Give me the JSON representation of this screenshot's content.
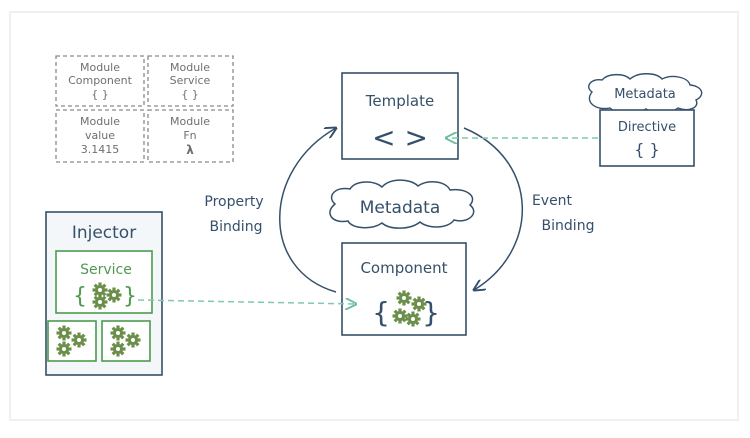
{
  "modules": [
    {
      "line1": "Module",
      "line2": "Component",
      "line3": "{ }"
    },
    {
      "line1": "Module",
      "line2": "Service",
      "line3": "{ }"
    },
    {
      "line1": "Module",
      "line2": "value",
      "line3": "3.1415"
    },
    {
      "line1": "Module",
      "line2": "Fn",
      "line3": "λ"
    }
  ],
  "template": {
    "title": "Template",
    "symbol": "< >"
  },
  "component": {
    "title": "Component",
    "open": "{",
    "close": "}"
  },
  "metadata_center": "Metadata",
  "metadata_right": "Metadata",
  "directive": {
    "title": "Directive",
    "symbol": "{ }"
  },
  "property_binding": {
    "line1": "Property",
    "line2": "Binding"
  },
  "event_binding": {
    "line1": "Event",
    "line2": "Binding"
  },
  "injector": {
    "title": "Injector",
    "service_label": "Service",
    "open": "{",
    "close": "}"
  },
  "colors": {
    "ink": "#35506a",
    "grey_box": "#8a8a8a",
    "green": "#4e9a4e",
    "gear": "#6b8f4a",
    "dashed_arrow": "#7fc9b0",
    "injector_fill": "#f4f7fa"
  }
}
